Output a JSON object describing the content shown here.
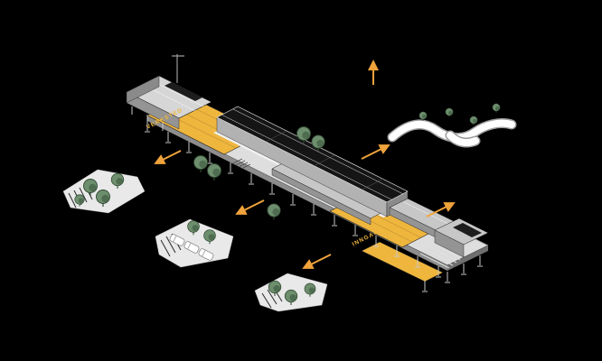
{
  "diagram": {
    "type": "axonometric-architecture-diagram",
    "labels": {
      "workshop": "VERKSTED",
      "entrance": "INNGANG"
    }
  },
  "colors": {
    "background": "#000000",
    "accent": "#EFB63E",
    "arrow": "#F0A33B",
    "tree-fill": "#6E8F6E",
    "tree-dark": "#4C6B4E",
    "tree-stroke": "#2F4731",
    "terrain": "#E9E9E9"
  },
  "icons": {
    "tree-icon": "clustered green circles with trunk",
    "car-icon": "white rounded rectangle",
    "flow-arrow-icon": "orange directional arrow",
    "crane-mast-icon": "vertical line with crossbar"
  }
}
